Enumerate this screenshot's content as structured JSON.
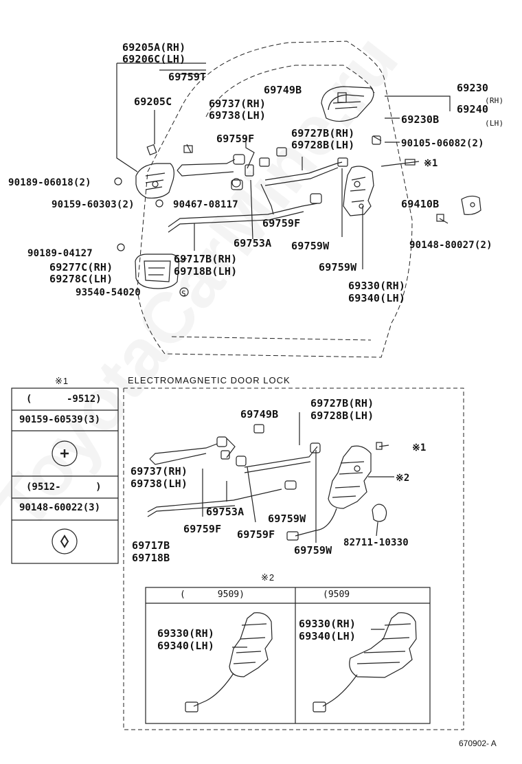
{
  "watermark": "ToyotaCarMine.ru",
  "doc_code": "670902- A",
  "top": {
    "l_69205A": "69205A(RH)",
    "l_69206C": "69206C(LH)",
    "l_69759T": "69759T",
    "l_69205C": "69205C",
    "l_69737": "69737(RH)",
    "l_69738": "69738(LH)",
    "l_69749B": "69749B",
    "l_69230": "69230",
    "l_69230_rh": "(RH)",
    "l_69240": "69240",
    "l_69240_lh": "(LH)",
    "l_69230B": "69230B",
    "l_69727B": "69727B(RH)",
    "l_69728B": "69728B(LH)",
    "l_90105": "90105-06082(2)",
    "l_69759F": "69759F",
    "l_90189_06018": "90189-06018(2)",
    "l_90159_60303": "90159-60303(2)",
    "l_90467": "90467-08117",
    "l_69410B": "69410B",
    "l_69759F_2": "69759F",
    "l_69753A": "69753A",
    "l_69759W": "69759W",
    "l_90148_80027": "90148-80027(2)",
    "l_90189_04127": "90189-04127",
    "l_69277C": "69277C(RH)",
    "l_69278C": "69278C(LH)",
    "l_69717B": "69717B(RH)",
    "l_69718B": "69718B(LH)",
    "l_93540": "93540-54020",
    "l_S": "S",
    "l_69759W_2": "69759W",
    "l_69330": "69330(RH)",
    "l_69340": "69340(LH)",
    "note_ref1": "※1"
  },
  "note1_table": {
    "title": "※1",
    "row1": "(      -9512)",
    "row2": "90159-60539(3)",
    "row3": "(9512-      )",
    "row4": "90148-60022(3)"
  },
  "electro": {
    "title": "ELECTROMAGNETIC DOOR LOCK",
    "l_69727B": "69727B(RH)",
    "l_69728B": "69728B(LH)",
    "l_69749B": "69749B",
    "ref1": "※1",
    "ref2": "※2",
    "l_69737": "69737(RH)",
    "l_69738": "69738(LH)",
    "l_69753A": "69753A",
    "l_69759W": "69759W",
    "l_69759F_a": "69759F",
    "l_69759F_b": "69759F",
    "l_82711": "82711-10330",
    "l_69717B": "69717B",
    "l_69718B": "69718B",
    "l_69759W_2": "69759W"
  },
  "note2": {
    "title": "※2",
    "col1": "(      9509)",
    "col2": "(9509      ",
    "l1_69330": "69330(RH)",
    "l1_69340": "69340(LH)",
    "l2_69330": "69330(RH)",
    "l2_69340": "69340(LH)"
  }
}
